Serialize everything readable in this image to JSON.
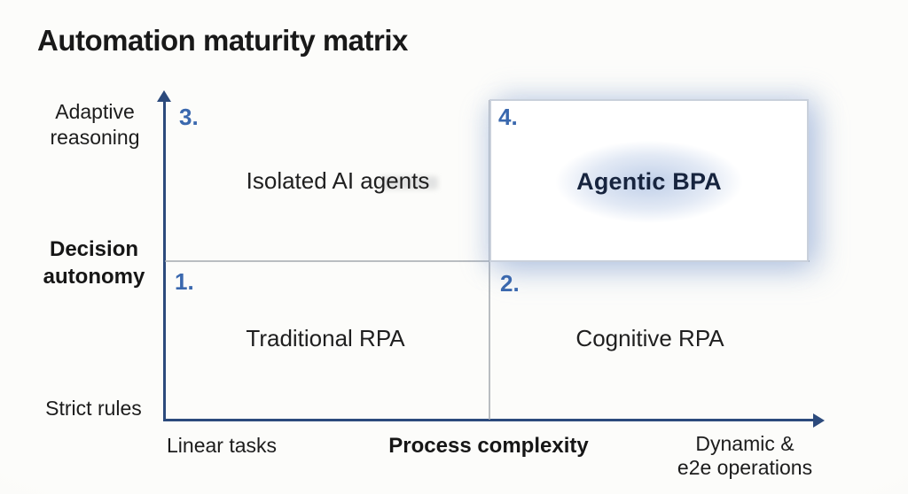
{
  "title": "Automation maturity matrix",
  "colors": {
    "background": "#fbfaf7",
    "axis": "#2c4a7c",
    "divider": "#a3a8ae",
    "quadrant_number": "#3a68ae",
    "quadrant_text": "#1f1f1f",
    "highlight_border": "#c9d0db",
    "highlight_glow": "#8ca8d6",
    "highlight_text": "#17243e"
  },
  "y_axis": {
    "title": "Decision autonomy",
    "top_label": "Adaptive reasoning",
    "bottom_label": "Strict rules"
  },
  "x_axis": {
    "title": "Process complexity",
    "left_label": "Linear tasks",
    "right_label_line1": "Dynamic &",
    "right_label_line2": "e2e operations"
  },
  "quadrants": [
    {
      "number": "1.",
      "label": "Traditional RPA",
      "position": "bottom-left",
      "highlighted": false
    },
    {
      "number": "2.",
      "label": "Cognitive RPA",
      "position": "bottom-right",
      "highlighted": false
    },
    {
      "number": "3.",
      "label": "Isolated AI agents",
      "position": "top-left",
      "highlighted": false
    },
    {
      "number": "4.",
      "label": "Agentic BPA",
      "position": "top-right",
      "highlighted": true
    }
  ]
}
